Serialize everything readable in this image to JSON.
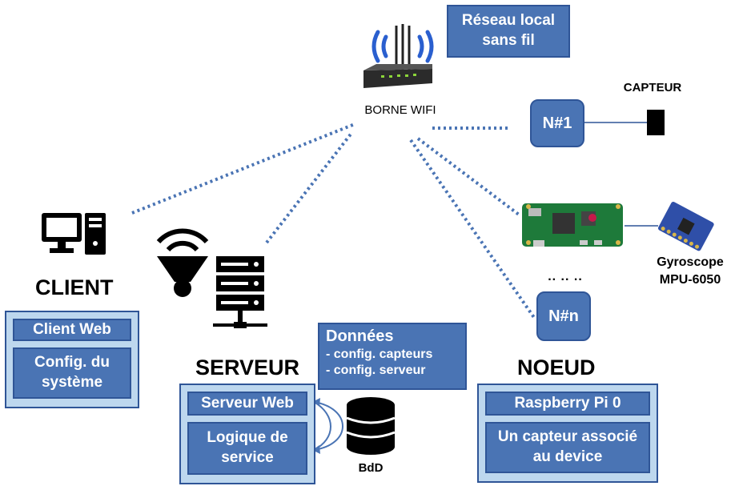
{
  "title_box": {
    "line1": "Réseau local",
    "line2": "sans fil"
  },
  "router": {
    "label": "BORNE WIFI"
  },
  "capteur": {
    "label": "CAPTEUR"
  },
  "node1": {
    "label": "N#1"
  },
  "noden": {
    "label": "N#n"
  },
  "ellipsis": ".. .. ..",
  "gyroscope": {
    "line1": "Gyroscope",
    "line2": "MPU-6050"
  },
  "client": {
    "title": "CLIENT",
    "item1": "Client Web",
    "item2_line1": "Config. du",
    "item2_line2": "système"
  },
  "serveur": {
    "title": "SERVEUR",
    "item1": "Serveur Web",
    "item2_line1": "Logique de",
    "item2_line2": "service"
  },
  "donnees": {
    "title": "Données",
    "line1": "- config. capteurs",
    "line2": "- config. serveur"
  },
  "bdd": {
    "label": "BdD"
  },
  "noeud": {
    "title": "NOEUD",
    "item1": "Raspberry Pi 0",
    "item2_line1": "Un capteur associé",
    "item2_line2": "au device"
  },
  "colors": {
    "dark_blue": "#2f5597",
    "mid_blue": "#4a74b4",
    "light_blue": "#bdd7ee",
    "dotted_link": "#4a74b4"
  }
}
